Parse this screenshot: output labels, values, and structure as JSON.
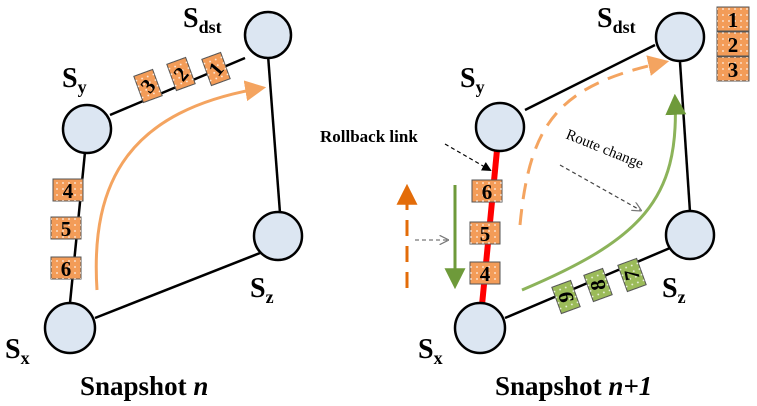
{
  "colors": {
    "node_fill": "#dce6f2",
    "orange": "#f39c58",
    "orange_flow": "#f4a460",
    "orange_arrow": "#e36c09",
    "green": "#9bbb59",
    "green_flow": "#8cb35a",
    "rollback": "#ff0000"
  },
  "snapshots": [
    {
      "caption_main": "Snapshot ",
      "caption_var": "n",
      "nodes": {
        "dst": {
          "main": "S",
          "sub": "dst"
        },
        "y": {
          "main": "S",
          "sub": "y"
        },
        "x": {
          "main": "S",
          "sub": "x"
        },
        "z": {
          "main": "S",
          "sub": "z"
        }
      },
      "packets": [
        "3",
        "2",
        "1",
        "4",
        "5",
        "6"
      ]
    },
    {
      "caption_main": "Snapshot ",
      "caption_var": "n+1",
      "nodes": {
        "dst": {
          "main": "S",
          "sub": "dst"
        },
        "y": {
          "main": "S",
          "sub": "y"
        },
        "x": {
          "main": "S",
          "sub": "x"
        },
        "z": {
          "main": "S",
          "sub": "z"
        }
      },
      "rollback_label": "Rollback link",
      "route_change_label": "Route change",
      "packets_delivered": [
        "1",
        "2",
        "3"
      ],
      "packets_rollback": [
        "6",
        "5",
        "4"
      ],
      "packets_new": [
        "9",
        "8",
        "7"
      ]
    }
  ]
}
